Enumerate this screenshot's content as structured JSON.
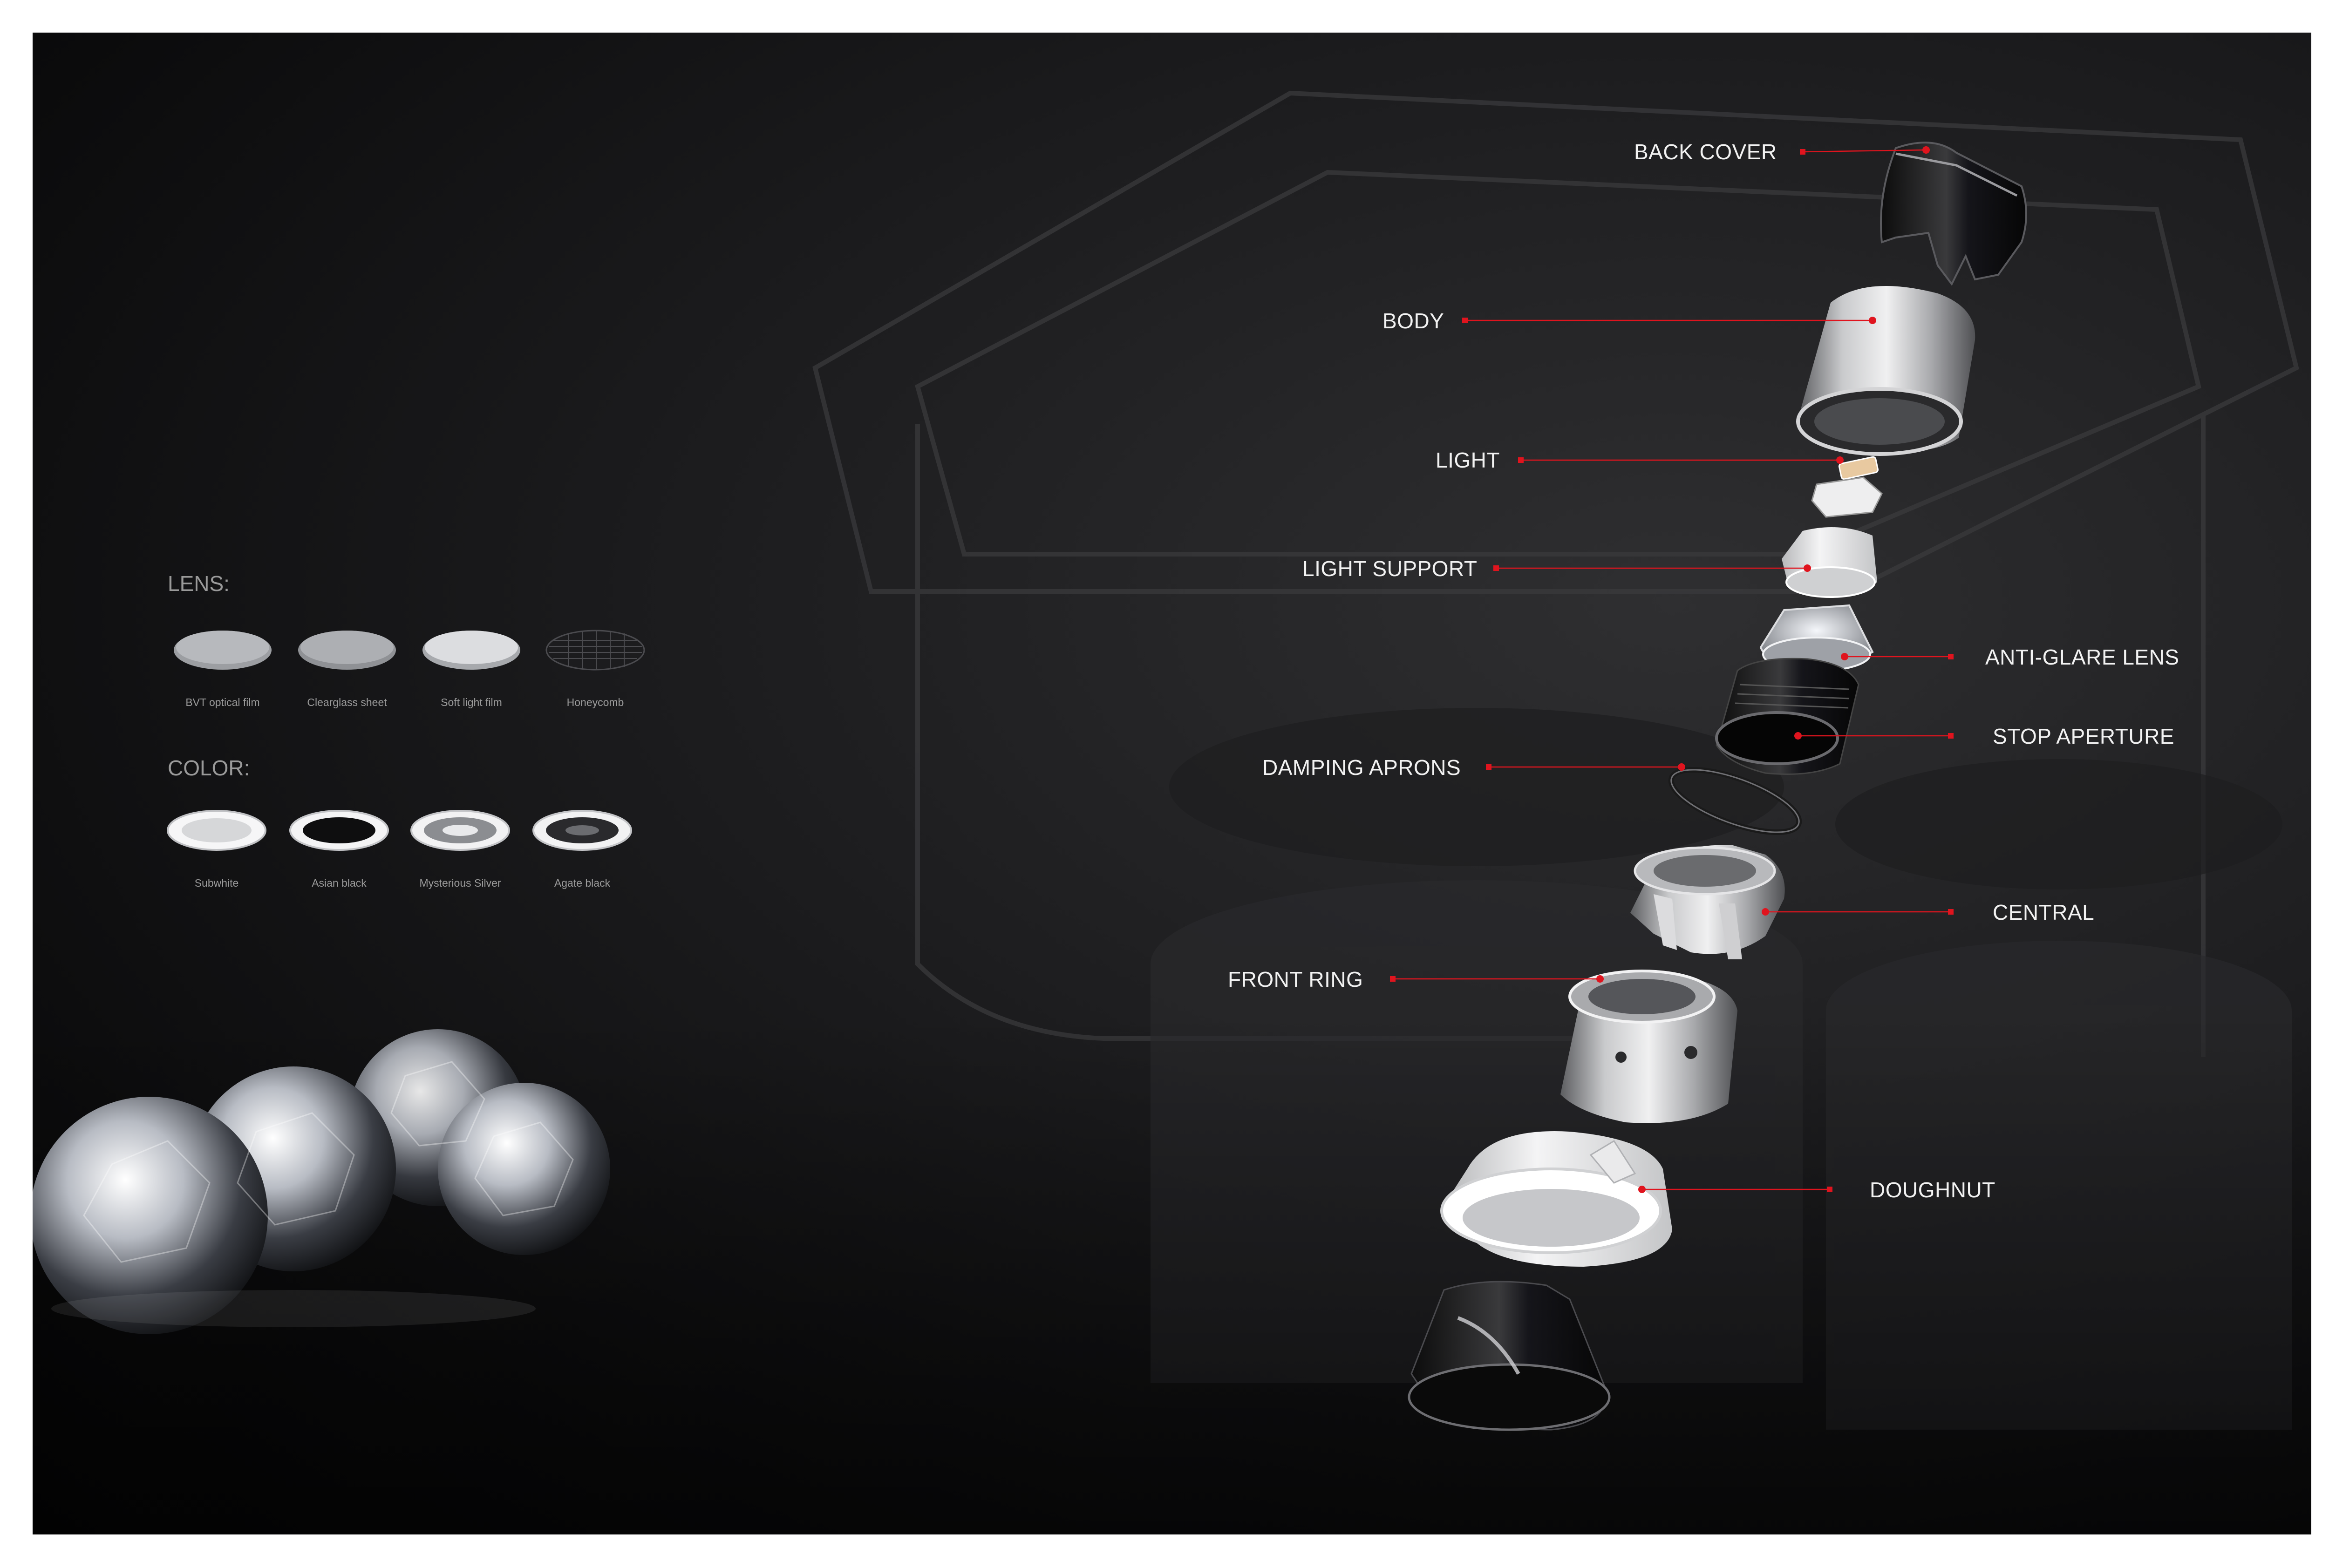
{
  "lens": {
    "title": "LENS:",
    "items": [
      {
        "name": "BVT optical film"
      },
      {
        "name": "Clearglass sheet"
      },
      {
        "name": "Soft light film"
      },
      {
        "name": "Honeycomb"
      }
    ]
  },
  "color": {
    "title": "COLOR:",
    "items": [
      {
        "name": "Subwhite"
      },
      {
        "name": "Asian black"
      },
      {
        "name": "Mysterious Silver"
      },
      {
        "name": "Agate black"
      }
    ]
  },
  "components": [
    {
      "label": "BACK COVER"
    },
    {
      "label": "BODY"
    },
    {
      "label": "LIGHT"
    },
    {
      "label": "LIGHT SUPPORT"
    },
    {
      "label": "ANTI-GLARE LENS"
    },
    {
      "label": "STOP APERTURE"
    },
    {
      "label": "DAMPING APRONS"
    },
    {
      "label": "CENTRAL"
    },
    {
      "label": "FRONT RING"
    },
    {
      "label": "DOUGHNUT"
    }
  ],
  "colors": {
    "accent": "#e0141e",
    "label_text": "#f2f2f2",
    "caption_text": "#9c9c9c"
  }
}
